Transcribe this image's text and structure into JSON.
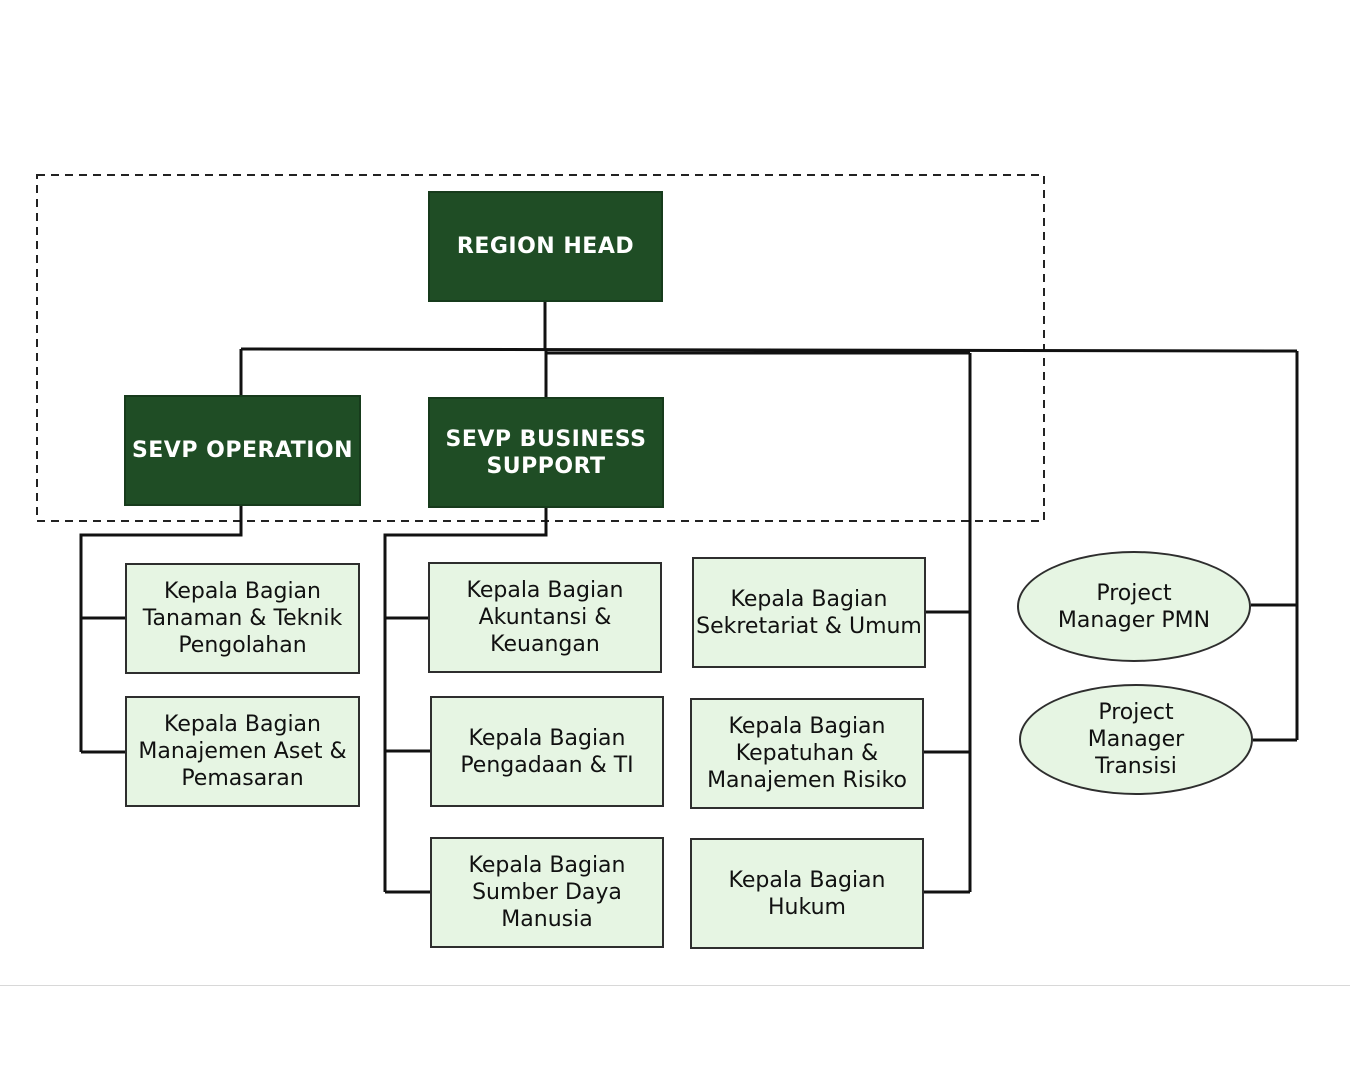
{
  "colors": {
    "executive_fill": "#1f4d25",
    "department_fill": "#e6f5e3",
    "line": "#111111"
  },
  "executive": {
    "region_head": "REGION HEAD",
    "sevp_operation": "SEVP OPERATION",
    "sevp_business_support": "SEVP BUSINESS\nSUPPORT"
  },
  "operation_departments": [
    "Kepala Bagian\nTanaman & Teknik\nPengolahan",
    "Kepala Bagian\nManajemen Aset &\nPemasaran"
  ],
  "business_support_departments": [
    "Kepala Bagian\nAkuntansi &\nKeuangan",
    "Kepala Bagian\nPengadaan & TI",
    "Kepala Bagian\nSumber Daya\nManusia"
  ],
  "region_head_departments": [
    "Kepala Bagian\nSekretariat & Umum",
    "Kepala Bagian\nKepatuhan &\nManajemen Risiko",
    "Kepala Bagian\nHukum"
  ],
  "project_managers": [
    "Project\nManager PMN",
    "Project\nManager\nTransisi"
  ]
}
